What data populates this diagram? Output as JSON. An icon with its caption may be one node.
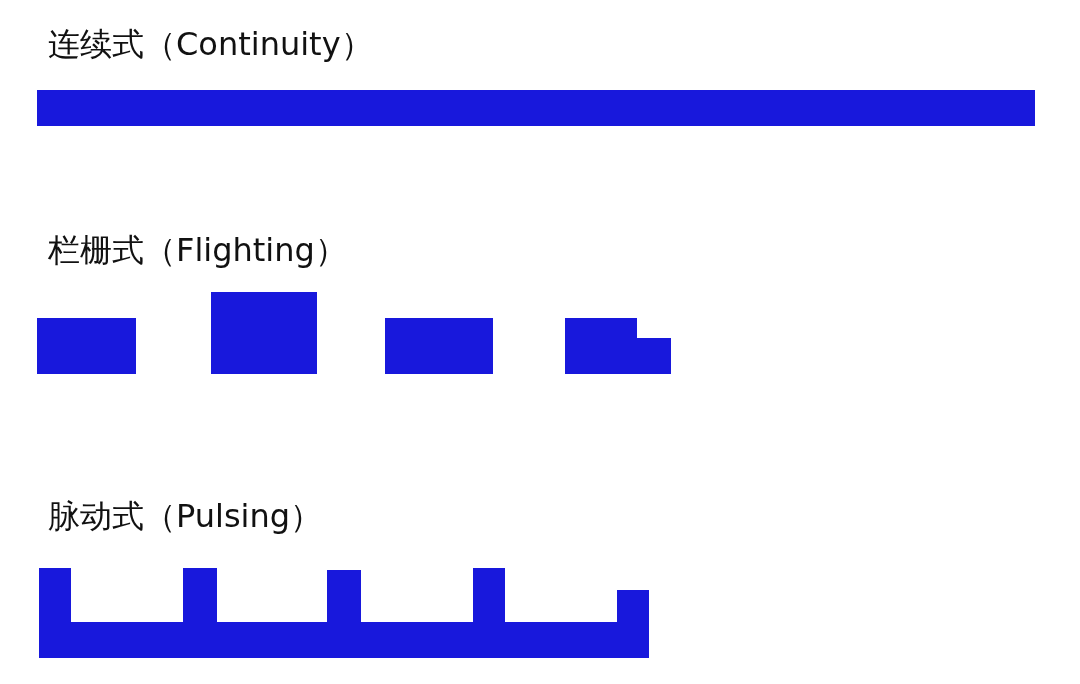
{
  "diagram": {
    "nodes": [
      {
        "text": [],
        "shape": "bar"
      },
      {
        "text": [],
        "shape": "bar"
      },
      {
        "text": [],
        "shape": "bar"
      },
      {
        "text": [],
        "shape": "bar"
      },
      {
        "text": [],
        "shape": "bar"
      },
      {
        "text": [],
        "shape": "bar"
      }
    ],
    "labels": [
      "连续式（Continuity）",
      "栏栅式（Flighting）",
      "脉动式（Pulsing）"
    ]
  }
}
